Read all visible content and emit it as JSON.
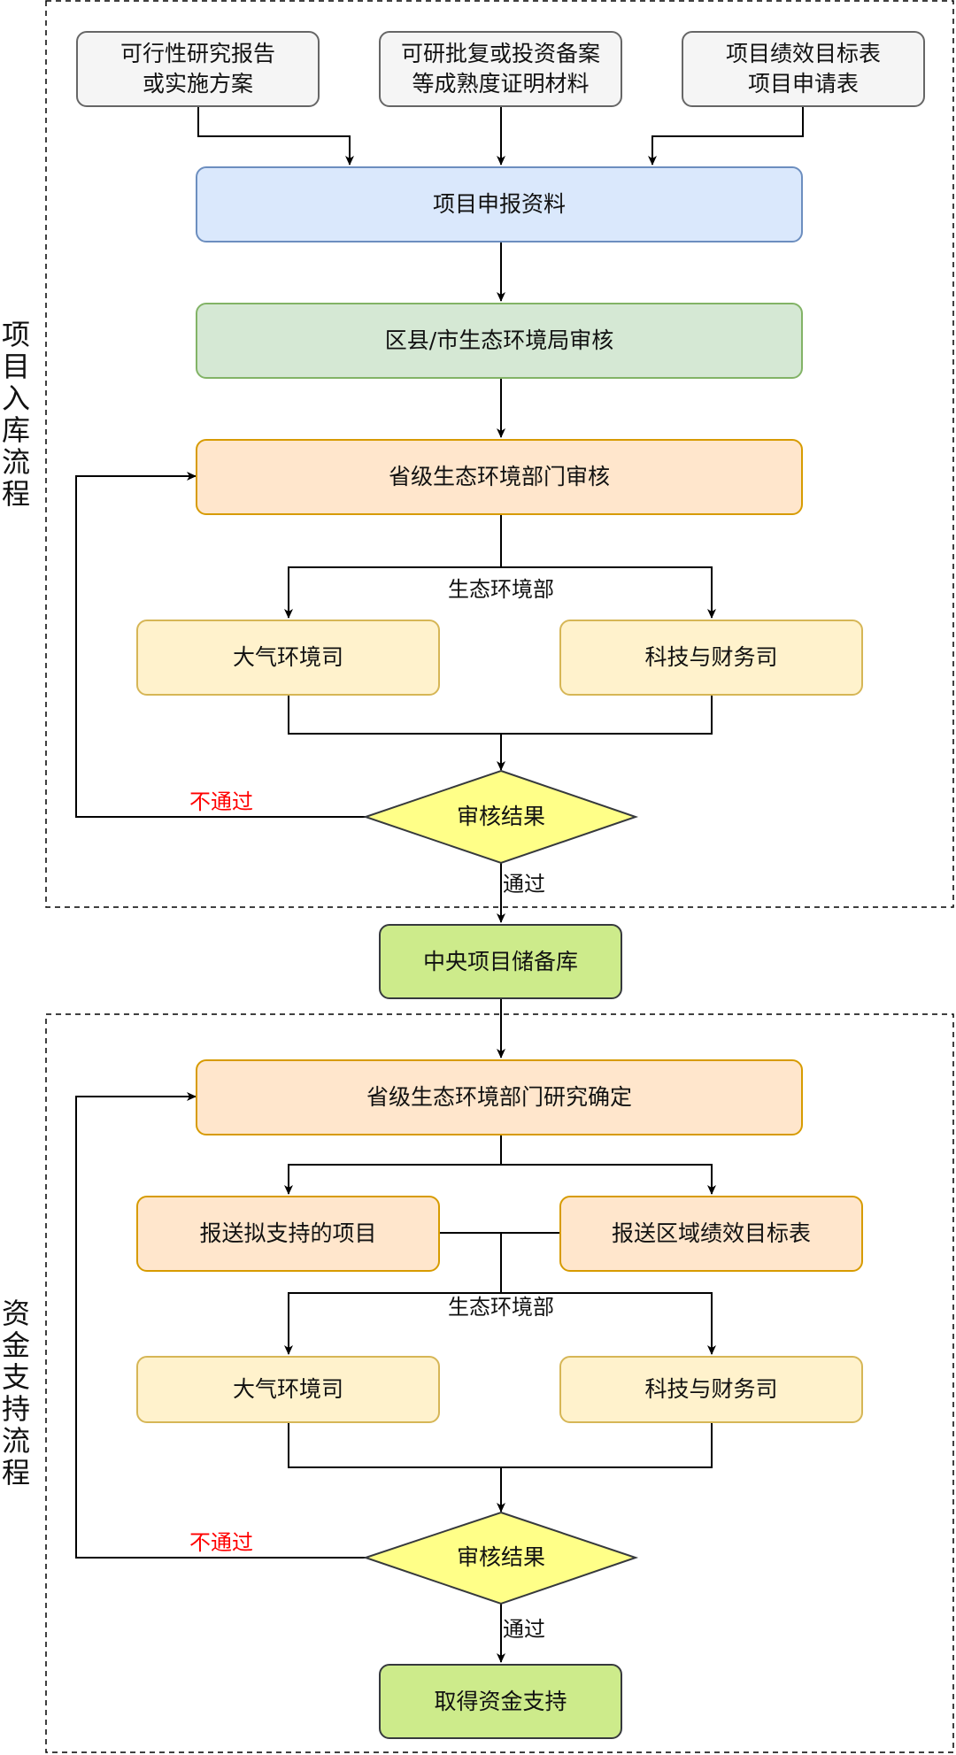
{
  "sections": {
    "intake_title": "项目入库流程",
    "funding_title": "资金支持流程"
  },
  "intake": {
    "input_feasibility": "可行性研究报告\n或实施方案",
    "input_approval": "可研批复或投资备案\n等成熟度证明材料",
    "input_performance": "项目绩效目标表\n项目申请表",
    "application": "项目申报资料",
    "county_review": "区县/市生态环境局审核",
    "provincial_review": "省级生态环境部门审核",
    "ministry_label": "生态环境部",
    "dept_air": "大气环境司",
    "dept_finance": "科技与财务司",
    "decision": "审核结果",
    "fail_label": "不通过",
    "pass_label": "通过"
  },
  "central_repository": "中央项目储备库",
  "funding": {
    "provincial_study": "省级生态环境部门研究确定",
    "submit_projects": "报送拟支持的项目",
    "submit_targets": "报送区域绩效目标表",
    "ministry_label": "生态环境部",
    "dept_air": "大气环境司",
    "dept_finance": "科技与财务司",
    "decision": "审核结果",
    "fail_label": "不通过",
    "pass_label": "通过",
    "final": "取得资金支持"
  }
}
